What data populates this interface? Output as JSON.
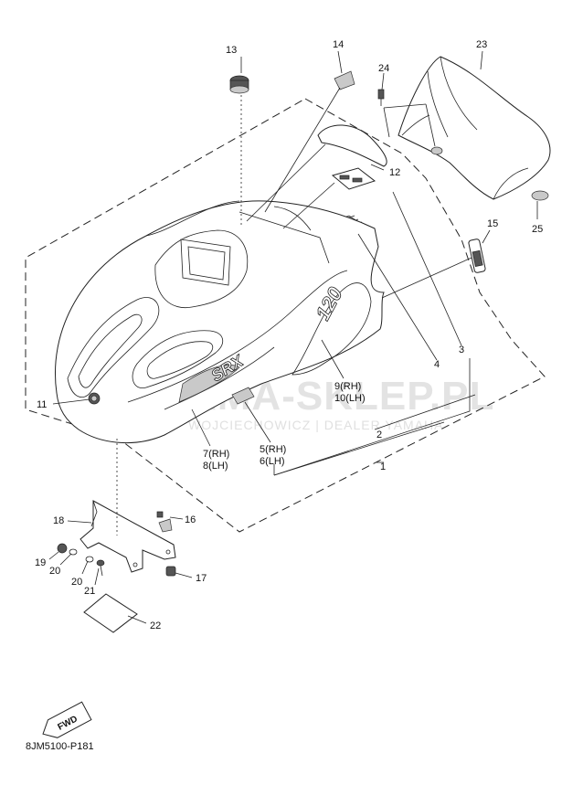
{
  "diagram": {
    "code": "8JM5100-P181",
    "fwd_label": "FWD",
    "watermark": {
      "main": "AMA-SKLEP.PL",
      "sub": "WOJCIECHOWICZ | DEALER YAMAHA"
    },
    "callouts": {
      "c1": "1",
      "c2": "2",
      "c3": "3",
      "c4": "4",
      "c5": "5(RH)",
      "c6": "6(LH)",
      "c7": "7(RH)",
      "c8": "8(LH)",
      "c9": "9(RH)",
      "c10": "10(LH)",
      "c11": "11",
      "c12": "12",
      "c13": "13",
      "c14": "14",
      "c15": "15",
      "c16": "16",
      "c17": "17",
      "c18": "18",
      "c19": "19",
      "c20a": "20",
      "c20b": "20",
      "c21": "21",
      "c22": "22",
      "c23": "23",
      "c24": "24",
      "c25": "25"
    },
    "decal_text": {
      "model": "120",
      "brand": "SRX"
    }
  }
}
